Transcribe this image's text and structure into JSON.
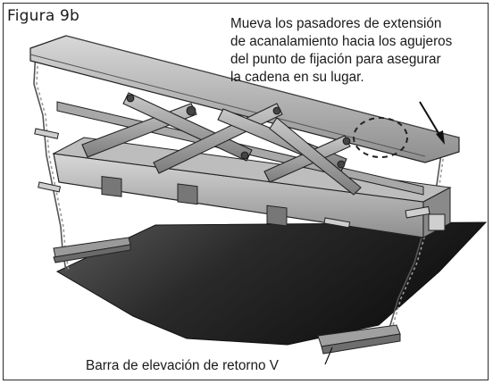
{
  "figure": {
    "title": "Figura 9b",
    "callout_top": {
      "line1": "Mueva los pasadores de extensión",
      "line2": "de acanalamiento hacia los agujeros",
      "line3": "del punto de fijación para asegurar",
      "line4": "la cadena en su lugar."
    },
    "callout_bottom": "Barra de elevación de retorno V"
  }
}
